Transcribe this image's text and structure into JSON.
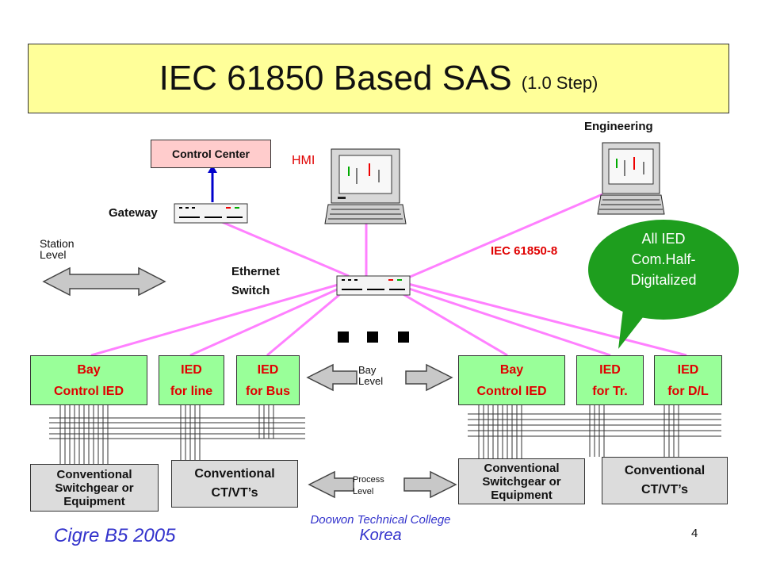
{
  "title": {
    "main": "IEC 61850 Based SAS",
    "sub": "(1.0 Step)"
  },
  "station": {
    "control_center": "Control Center",
    "gateway": "Gateway",
    "hmi": "HMI",
    "engineering": "Engineering",
    "ethernet_switch": [
      "Ethernet",
      "Switch"
    ],
    "protocol": "IEC 61850-8",
    "station_level": [
      "Station",
      "Level"
    ]
  },
  "bubble": {
    "lines": [
      "All IED",
      "Com.Half-",
      "Digitalized"
    ]
  },
  "bay_left": [
    {
      "line1": "Bay",
      "line2": "Control IED"
    },
    {
      "line1": "IED",
      "line2": "for line"
    },
    {
      "line1": "IED",
      "line2": "for Bus"
    }
  ],
  "bay_right": [
    {
      "line1": "Bay",
      "line2": "Control IED"
    },
    {
      "line1": "IED",
      "line2": "for Tr."
    },
    {
      "line1": "IED",
      "line2": "for D/L"
    }
  ],
  "bay_level": [
    "Bay",
    "Level"
  ],
  "process_level": [
    "Process",
    "Level"
  ],
  "process_left": [
    {
      "lines": [
        "Conventional",
        "Switchgear or",
        "Equipment"
      ]
    },
    {
      "lines": [
        "Conventional",
        "CT/VT’s"
      ]
    }
  ],
  "process_right": [
    {
      "lines": [
        "Conventional",
        "Switchgear or",
        "Equipment"
      ]
    },
    {
      "lines": [
        "Conventional",
        "CT/VT’s"
      ]
    }
  ],
  "footer": {
    "left": "Cigre B5  2005",
    "center_top": "Doowon Technical College",
    "center_bottom": "Korea",
    "page": "4"
  },
  "colors": {
    "link": "#ff80ff",
    "ied_fill": "#99ff99",
    "ied_text": "#e00000",
    "title_fill": "#ffff99",
    "bubble": "#1e9e1e"
  }
}
